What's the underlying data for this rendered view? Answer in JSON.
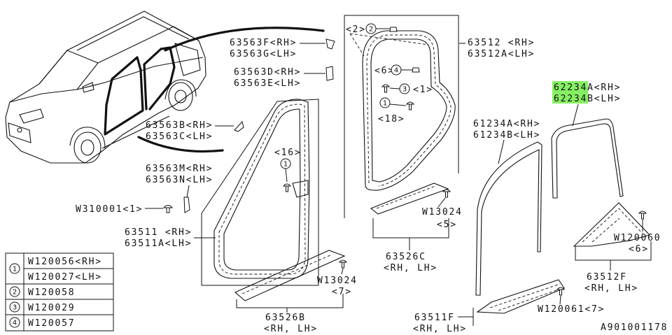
{
  "colors": {
    "ink": "#111111",
    "highlight": "#86ef63",
    "background": "#ffffff"
  },
  "parts": {
    "p63563F_G": {
      "rh": "63563F<RH>",
      "lh": "63563G<LH>"
    },
    "p63563D_E": {
      "rh": "63563D<RH>",
      "lh": "63563E<LH>"
    },
    "p63563B_C": {
      "rh": "63563B<RH>",
      "lh": "63563C<LH>"
    },
    "p63563M_N": {
      "rh": "63563M<RH>",
      "lh": "63563N<LH>"
    },
    "p63511": {
      "rh": "63511 <RH>",
      "lh": "63511A<LH>"
    },
    "p63512": {
      "rh": "63512 <RH>",
      "lh": "63512A<LH>"
    },
    "p62234": {
      "rh": "62234A<RH>",
      "lh": "62234B<LH>"
    },
    "p61234": {
      "rh": "61234A<RH>",
      "lh": "61234B<LH>"
    },
    "p63526C": {
      "number": "63526C",
      "side": "<RH, LH>"
    },
    "p63526B": {
      "number": "63526B",
      "side": "<RH, LH>"
    },
    "p63512F": {
      "number": "63512F",
      "side": "<RH, LH>"
    },
    "p63511F": {
      "number": "63511F",
      "side": "<RH, LH>"
    }
  },
  "fasteners": {
    "w310001": "W310001<1>",
    "w13024_rear": {
      "code": "W13024",
      "qty": "<5>"
    },
    "w13024_front": {
      "code": "W13024",
      "qty": "<7>"
    },
    "w120060": {
      "code": "W120060",
      "qty": "<6>"
    },
    "w120061": "W120061<7>"
  },
  "callouts": {
    "rear_top": {
      "qty": "<2>",
      "ref": "2"
    },
    "rear_upper": {
      "qty": "<6>",
      "ref": "4"
    },
    "rear_mid": {
      "ref": "3",
      "qty": "<1>"
    },
    "rear_lower": {
      "ref": "1",
      "qty": "<18>"
    },
    "front": {
      "qty": "<16>",
      "ref": "1"
    }
  },
  "legend": {
    "rows": [
      {
        "ref": "1",
        "codes": [
          "W120056<RH>",
          "W120027<LH>"
        ]
      },
      {
        "ref": "2",
        "codes": [
          "W120058"
        ]
      },
      {
        "ref": "3",
        "codes": [
          "W120029"
        ]
      },
      {
        "ref": "4",
        "codes": [
          "W120057"
        ]
      }
    ]
  },
  "diagram_code": "A901001178"
}
